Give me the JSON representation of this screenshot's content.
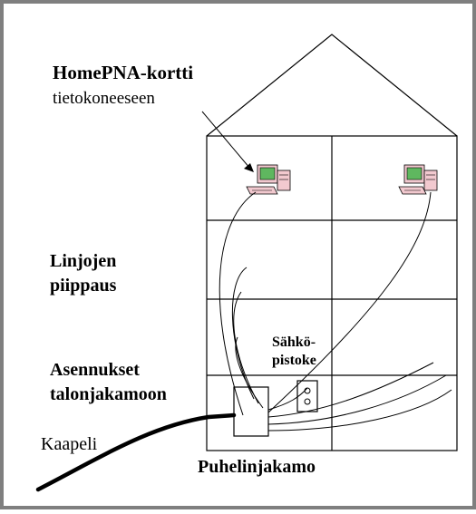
{
  "labels": {
    "homepna_title": "HomePNA-kortti",
    "homepna_sub": "tietokoneeseen",
    "lines_1": "Linjojen",
    "lines_2": "piippaus",
    "install_1": "Asennukset",
    "install_2": "talonjakamoon",
    "socket_1": "Sähkö-",
    "socket_2": "pistoke",
    "cable": "Kaapeli",
    "exchange": "Puhelinjakamo"
  },
  "colors": {
    "frame": "#7f7f7f",
    "ink": "#000000",
    "screen": "#5fb75f",
    "computer_body": "#f2c9cf"
  },
  "icons": [
    "computer-icon",
    "computer-icon",
    "power-outlet-icon"
  ]
}
